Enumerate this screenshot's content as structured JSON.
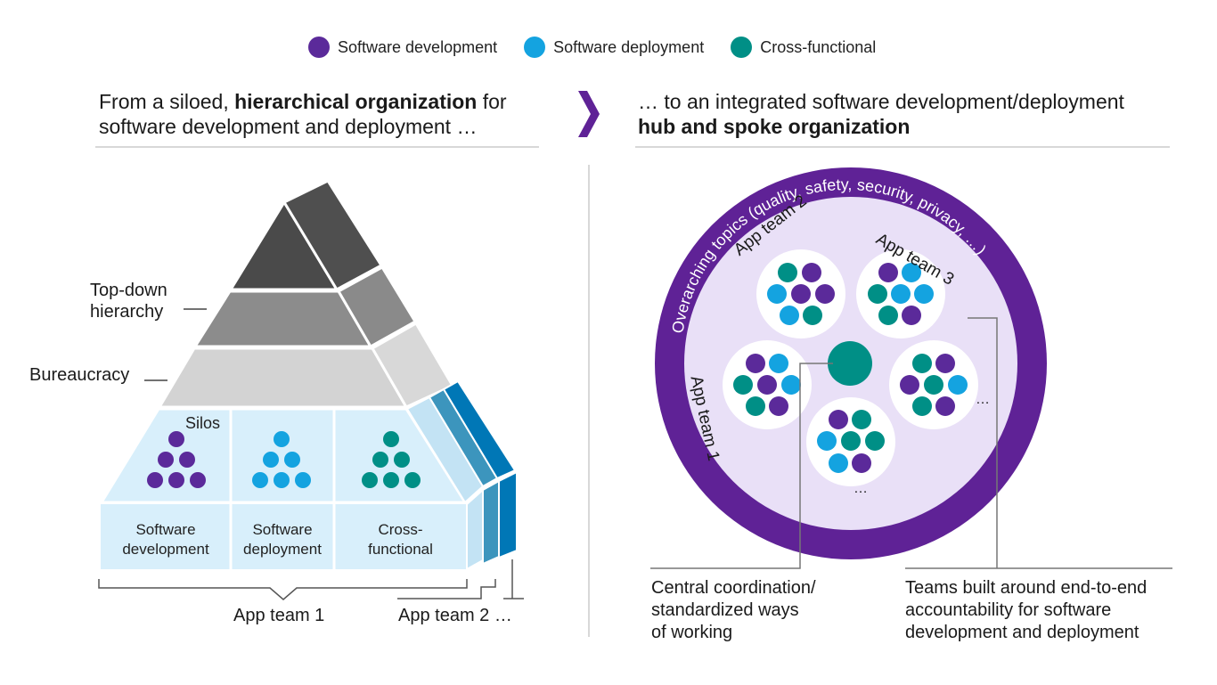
{
  "colors": {
    "software_development": "#5b2a9a",
    "software_deployment": "#14a3e0",
    "cross_functional": "#008f86",
    "accent_purple": "#5f2296",
    "hub_fill": "#e9e0f7"
  },
  "legend": [
    {
      "label": "Software development",
      "color": "#5b2a9a"
    },
    {
      "label": "Software deployment",
      "color": "#14a3e0"
    },
    {
      "label": "Cross-functional",
      "color": "#008f86"
    }
  ],
  "left": {
    "heading_pre": "From a siloed, ",
    "heading_bold": "hierarchical organization",
    "heading_post": " for",
    "heading_line2": "software development and deployment …",
    "labels": {
      "top_down_1": "Top-down",
      "top_down_2": "hierarchy",
      "bureaucracy": "Bureaucracy",
      "silos": "Silos"
    },
    "cells": {
      "dev_1": "Software",
      "dev_2": "development",
      "dep_1": "Software",
      "dep_2": "deployment",
      "cross_1": "Cross-",
      "cross_2": "functional"
    },
    "app_team_1": "App team 1",
    "app_team_2": "App team 2 …"
  },
  "right": {
    "heading_line1": "… to an integrated software development/deployment",
    "heading_bold": "hub and spoke organization",
    "ring_text": "Overarching topics (quality, safety, security, privacy, …)",
    "teams": {
      "team1": "App team 1",
      "team2": "App team 2",
      "team3": "App team 3",
      "ellipsis": "…"
    },
    "caption_central": [
      "Central coordination/",
      "standardized ways",
      "of working"
    ],
    "caption_teams": [
      "Teams built around end-to-end",
      "accountability for software",
      "development and deployment"
    ]
  }
}
